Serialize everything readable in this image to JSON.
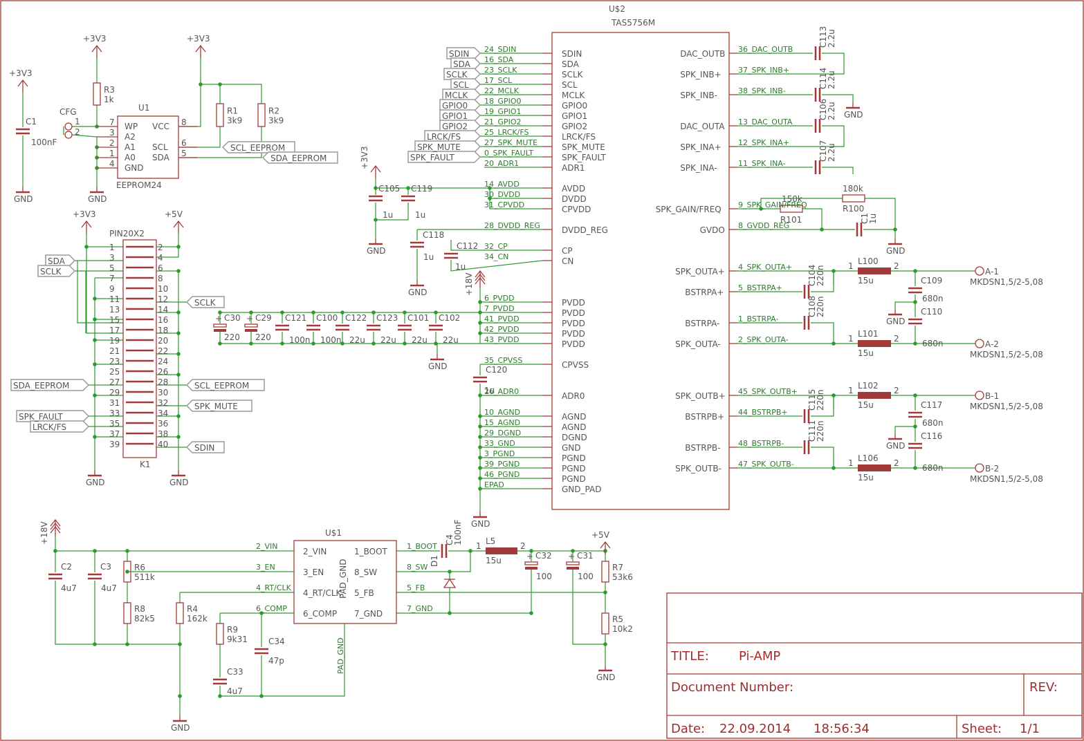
{
  "title_block": {
    "title_label": "TITLE:",
    "title": "Pi-AMP",
    "docnum_label": "Document Number:",
    "rev_label": "REV:",
    "date_label": "Date:",
    "date": "22.09.2014",
    "time": "18:56:34",
    "sheet_label": "Sheet:",
    "sheet": "1/1"
  },
  "power": {
    "v3": "+3V3",
    "v5": "+5V",
    "v18": "+18V",
    "gnd": "GND"
  },
  "u2": {
    "name": "U$2",
    "part": "TAS5756M",
    "left_pins": [
      "SDIN",
      "SDA",
      "SCLK",
      "SCL",
      "MCLK",
      "GPIO0",
      "GPIO1",
      "GPIO2",
      "LRCK/FS",
      "SPK_MUTE",
      "SPK_FAULT",
      "ADR1",
      "AVDD",
      "DVDD",
      "CPVDD",
      "DVDD_REG",
      "CP",
      "CN",
      "PVDD",
      "PVDD",
      "PVDD",
      "PVDD",
      "PVDD",
      "CPVSS",
      "ADR0",
      "AGND",
      "AGND",
      "DGND",
      "GND",
      "PGND",
      "PGND",
      "PGND",
      "GND_PAD"
    ],
    "left_nets": [
      "24_SDIN",
      "16_SDA",
      "23_SCLK",
      "17_SCL",
      "22_MCLK",
      "18_GPIO0",
      "19_GPIO1",
      "21_GPIO2",
      "25_LRCK/FS",
      "27_SPK_MUTE",
      "0_SPK_FAULT",
      "20_ADR1",
      "14_AVDD",
      "30_DVDD",
      "31_CPVDD",
      "28_DVDD_REG",
      "32_CP",
      "34_CN",
      "6_PVDD",
      "7_PVDD",
      "41_PVDD",
      "42_PVDD",
      "43_PVDD",
      "35_CPVSS",
      "26_ADR0",
      "10_AGND",
      "15_AGND",
      "29_DGND",
      "33_GND",
      "3_PGND",
      "39_PGND",
      "46_PGND",
      "EPAD"
    ],
    "right_pins": [
      "DAC_OUTB",
      "SPK_INB+",
      "SPK_INB-",
      "DAC_OUTA",
      "SPK_INA+",
      "SPK_INA-",
      "SPK_GAIN/FREQ",
      "GVDO",
      "SPK_OUTA+",
      "BSTRPA+",
      "BSTRPA-",
      "SPK_OUTA-",
      "SPK_OUTB+",
      "BSTRPB+",
      "BSTRPB-",
      "SPK_OUTB-"
    ],
    "right_nets": [
      "36_DAC_OUTB",
      "37_SPK_INB+",
      "38_SPK_INB-",
      "13_DAC_OUTA",
      "12_SPK_INA+",
      "11_SPK_INA-",
      "9_SPK_GAIN/FREQ",
      "8_GVDD_REG",
      "4_SPK_OUTA+",
      "5_BSTRPA+",
      "1_BSTRPA-",
      "2_SPK_OUTA-",
      "45_SPK_OUTB+",
      "44_BSTRPB+",
      "48_BSTRPB-",
      "47_SPK_OUTB-"
    ]
  },
  "input_labels": [
    "SDIN",
    "SDA",
    "SCLK",
    "SCL",
    "MCLK",
    "GPIO0",
    "GPIO1",
    "GPIO2",
    "LRCK/FS",
    "SPK_MUTE",
    "SPK_FAULT"
  ],
  "eeprom": {
    "name": "U1",
    "part": "EEPROM24",
    "pins_left": [
      "WP",
      "A2",
      "A1",
      "A0",
      "GND"
    ],
    "pins_right": [
      "VCC",
      "SCL",
      "SDA"
    ],
    "num_left": [
      "7",
      "3",
      "2",
      "1",
      "4"
    ],
    "num_right": [
      "8",
      "6",
      "5"
    ],
    "cfg": "CFG",
    "cfg_pins": [
      "1",
      "2"
    ],
    "r3": "R3",
    "r3v": "1k",
    "r1": "R1",
    "r1v": "3k9",
    "r2": "R2",
    "r2v": "3k9",
    "c1": "C1",
    "c1v": "100nF",
    "scl_label": "SCL_EEPROM",
    "sda_label": "SDA_EEPROM"
  },
  "header": {
    "name": "PIN20X2",
    "ref": "K1",
    "left_nums": [
      "1",
      "3",
      "5",
      "7",
      "9",
      "11",
      "13",
      "15",
      "17",
      "19",
      "21",
      "23",
      "25",
      "27",
      "29",
      "31",
      "33",
      "35",
      "37",
      "39"
    ],
    "right_nums": [
      "2",
      "4",
      "6",
      "8",
      "10",
      "12",
      "14",
      "16",
      "18",
      "20",
      "22",
      "24",
      "26",
      "28",
      "30",
      "32",
      "34",
      "36",
      "38",
      "40"
    ],
    "labels_left": [
      "SDA",
      "SCLK",
      "SDA_EEPROM",
      "SPK_FAULT",
      "LRCK/FS"
    ],
    "labels_right": [
      "SCLK",
      "SCL_EEPROM",
      "SPK_MUTE",
      "SDIN"
    ]
  },
  "pvdd_caps": {
    "names": [
      "C30",
      "C29",
      "C121",
      "C100",
      "C122",
      "C123",
      "C101",
      "C102"
    ],
    "values": [
      "220",
      "220",
      "100n",
      "100n",
      "22u",
      "22u",
      "22u",
      "22u"
    ]
  },
  "supply_caps": {
    "c105": "C105",
    "c119": "C119",
    "v1": "1u",
    "v2": "1u",
    "c118": "C118",
    "c118v": "1u",
    "c112": "C112",
    "c112v": "1u",
    "c120": "C120",
    "c120v": "1u"
  },
  "dac_caps": [
    {
      "name": "C113",
      "value": "2.2u"
    },
    {
      "name": "C114",
      "value": "2.2u"
    },
    {
      "name": "C106",
      "value": "2.2u"
    },
    {
      "name": "C107",
      "value": "2.2u"
    }
  ],
  "gain": {
    "r1": "150k",
    "r101": "R101",
    "r2": "R100",
    "r2v": "180k",
    "c": "C1",
    "cv": "1u"
  },
  "outputs": [
    {
      "coil": "L100",
      "cv": "15u",
      "boot": "C104",
      "bootv": "220n",
      "cap": "C109",
      "capv": "680n",
      "conn": "A-1",
      "conn_part": "MKDSN1,5/2-5,08"
    },
    {
      "coil": "L101",
      "cv": "15u",
      "boot": "C108",
      "bootv": "220n",
      "cap": "C110",
      "capv": "680n",
      "conn": "A-2",
      "conn_part": "MKDSN1,5/2-5,08"
    },
    {
      "coil": "L102",
      "cv": "15u",
      "boot": "C115",
      "bootv": "220n",
      "cap": "C117",
      "capv": "680n",
      "conn": "B-1",
      "conn_part": "MKDSN1,5/2-5,08"
    },
    {
      "coil": "L106",
      "cv": "15u",
      "boot": "C111",
      "bootv": "220n",
      "cap": "C116",
      "capv": "680n",
      "conn": "B-2",
      "conn_part": "MKDSN1,5/2-5,08"
    }
  ],
  "buck": {
    "name": "U$1",
    "pins_left": [
      "2_VIN",
      "3_EN",
      "4_RT/CLK",
      "6_COMP"
    ],
    "pins_right": [
      "1_BOOT",
      "8_SW",
      "5_FB",
      "7_GND"
    ],
    "pad": "PAD_GND",
    "nets_left": [
      "2_VIN",
      "3_EN",
      "4_RT/CLK",
      "6_COMP"
    ],
    "nets_right": [
      "1_BOOT",
      "8_SW",
      "5_FB",
      "7_GND"
    ],
    "pad_net": "PAD_GND",
    "c2": "C2",
    "c2v": "4u7",
    "c3": "C3",
    "c3v": "4u7",
    "r6": "R6",
    "r6v": "511k",
    "r8": "R8",
    "r8v": "82k5",
    "r4": "R4",
    "r4v": "162k",
    "r9": "R9",
    "r9v": "9k31",
    "c33": "C33",
    "c33v": "4u7",
    "c34": "C34",
    "c34v": "47p",
    "c4": "C4",
    "c4v": "100nF",
    "d1": "D1",
    "l5": "L5",
    "l5v": "15u",
    "c32": "C32",
    "c32v": "100",
    "c31": "C31",
    "c31v": "100",
    "r7": "R7",
    "r7v": "53k6",
    "r5": "R5",
    "r5v": "10k2"
  }
}
